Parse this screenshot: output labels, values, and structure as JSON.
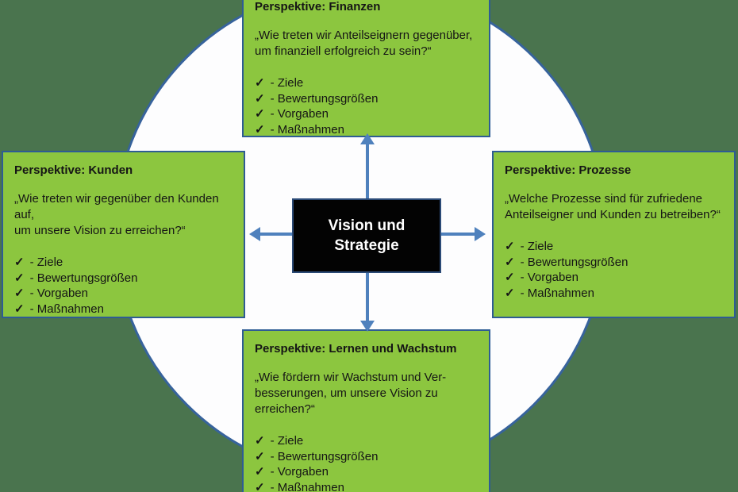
{
  "center_box": {
    "line1": "Vision und",
    "line2": "Strategie"
  },
  "icons": {
    "check": "✓"
  },
  "boxes": {
    "finanzen": {
      "title": "Perspektive: Finanzen",
      "quote_lines": [
        "„Wie treten wir Anteilseignern gegenüber,",
        "um finanziell erfolgreich zu sein?“"
      ],
      "items": [
        "- Ziele",
        "- Bewertungsgrößen",
        "- Vorgaben",
        "- Maßnahmen"
      ]
    },
    "kunden": {
      "title": "Perspektive: Kunden",
      "quote_lines": [
        "„Wie treten wir gegenüber den Kunden auf,",
        "um unsere Vision zu erreichen?“"
      ],
      "items": [
        "- Ziele",
        "- Bewertungsgrößen",
        "- Vorgaben",
        "- Maßnahmen"
      ]
    },
    "prozesse": {
      "title": "Perspektive: Prozesse",
      "quote_lines": [
        "„Welche Prozesse sind für zufriedene",
        "Anteilseigner und Kunden zu betreiben?“"
      ],
      "items": [
        "- Ziele",
        "- Bewertungsgrößen",
        "- Vorgaben",
        "- Maßnahmen"
      ]
    },
    "lernen_wachstum": {
      "title": "Perspektive: Lernen und Wachstum",
      "quote_lines": [
        "„Wie fördern wir Wachstum und Ver-",
        "besserungen, um unsere Vision zu",
        "erreichen?“"
      ],
      "items": [
        "- Ziele",
        "- Bewertungsgrößen",
        "- Vorgaben",
        "- Maßnahmen"
      ]
    }
  },
  "colors": {
    "page_background": "#4A744E",
    "circle_fill": "#FDFDFE",
    "circle_border": "#37639C",
    "box_fill": "#8CC63F",
    "box_border": "#2E5C94",
    "arrow": "#4F81BD",
    "center_fill": "#030303",
    "center_border": "#2B4A76",
    "center_text": "#FFFFFF",
    "body_text": "#151515"
  }
}
